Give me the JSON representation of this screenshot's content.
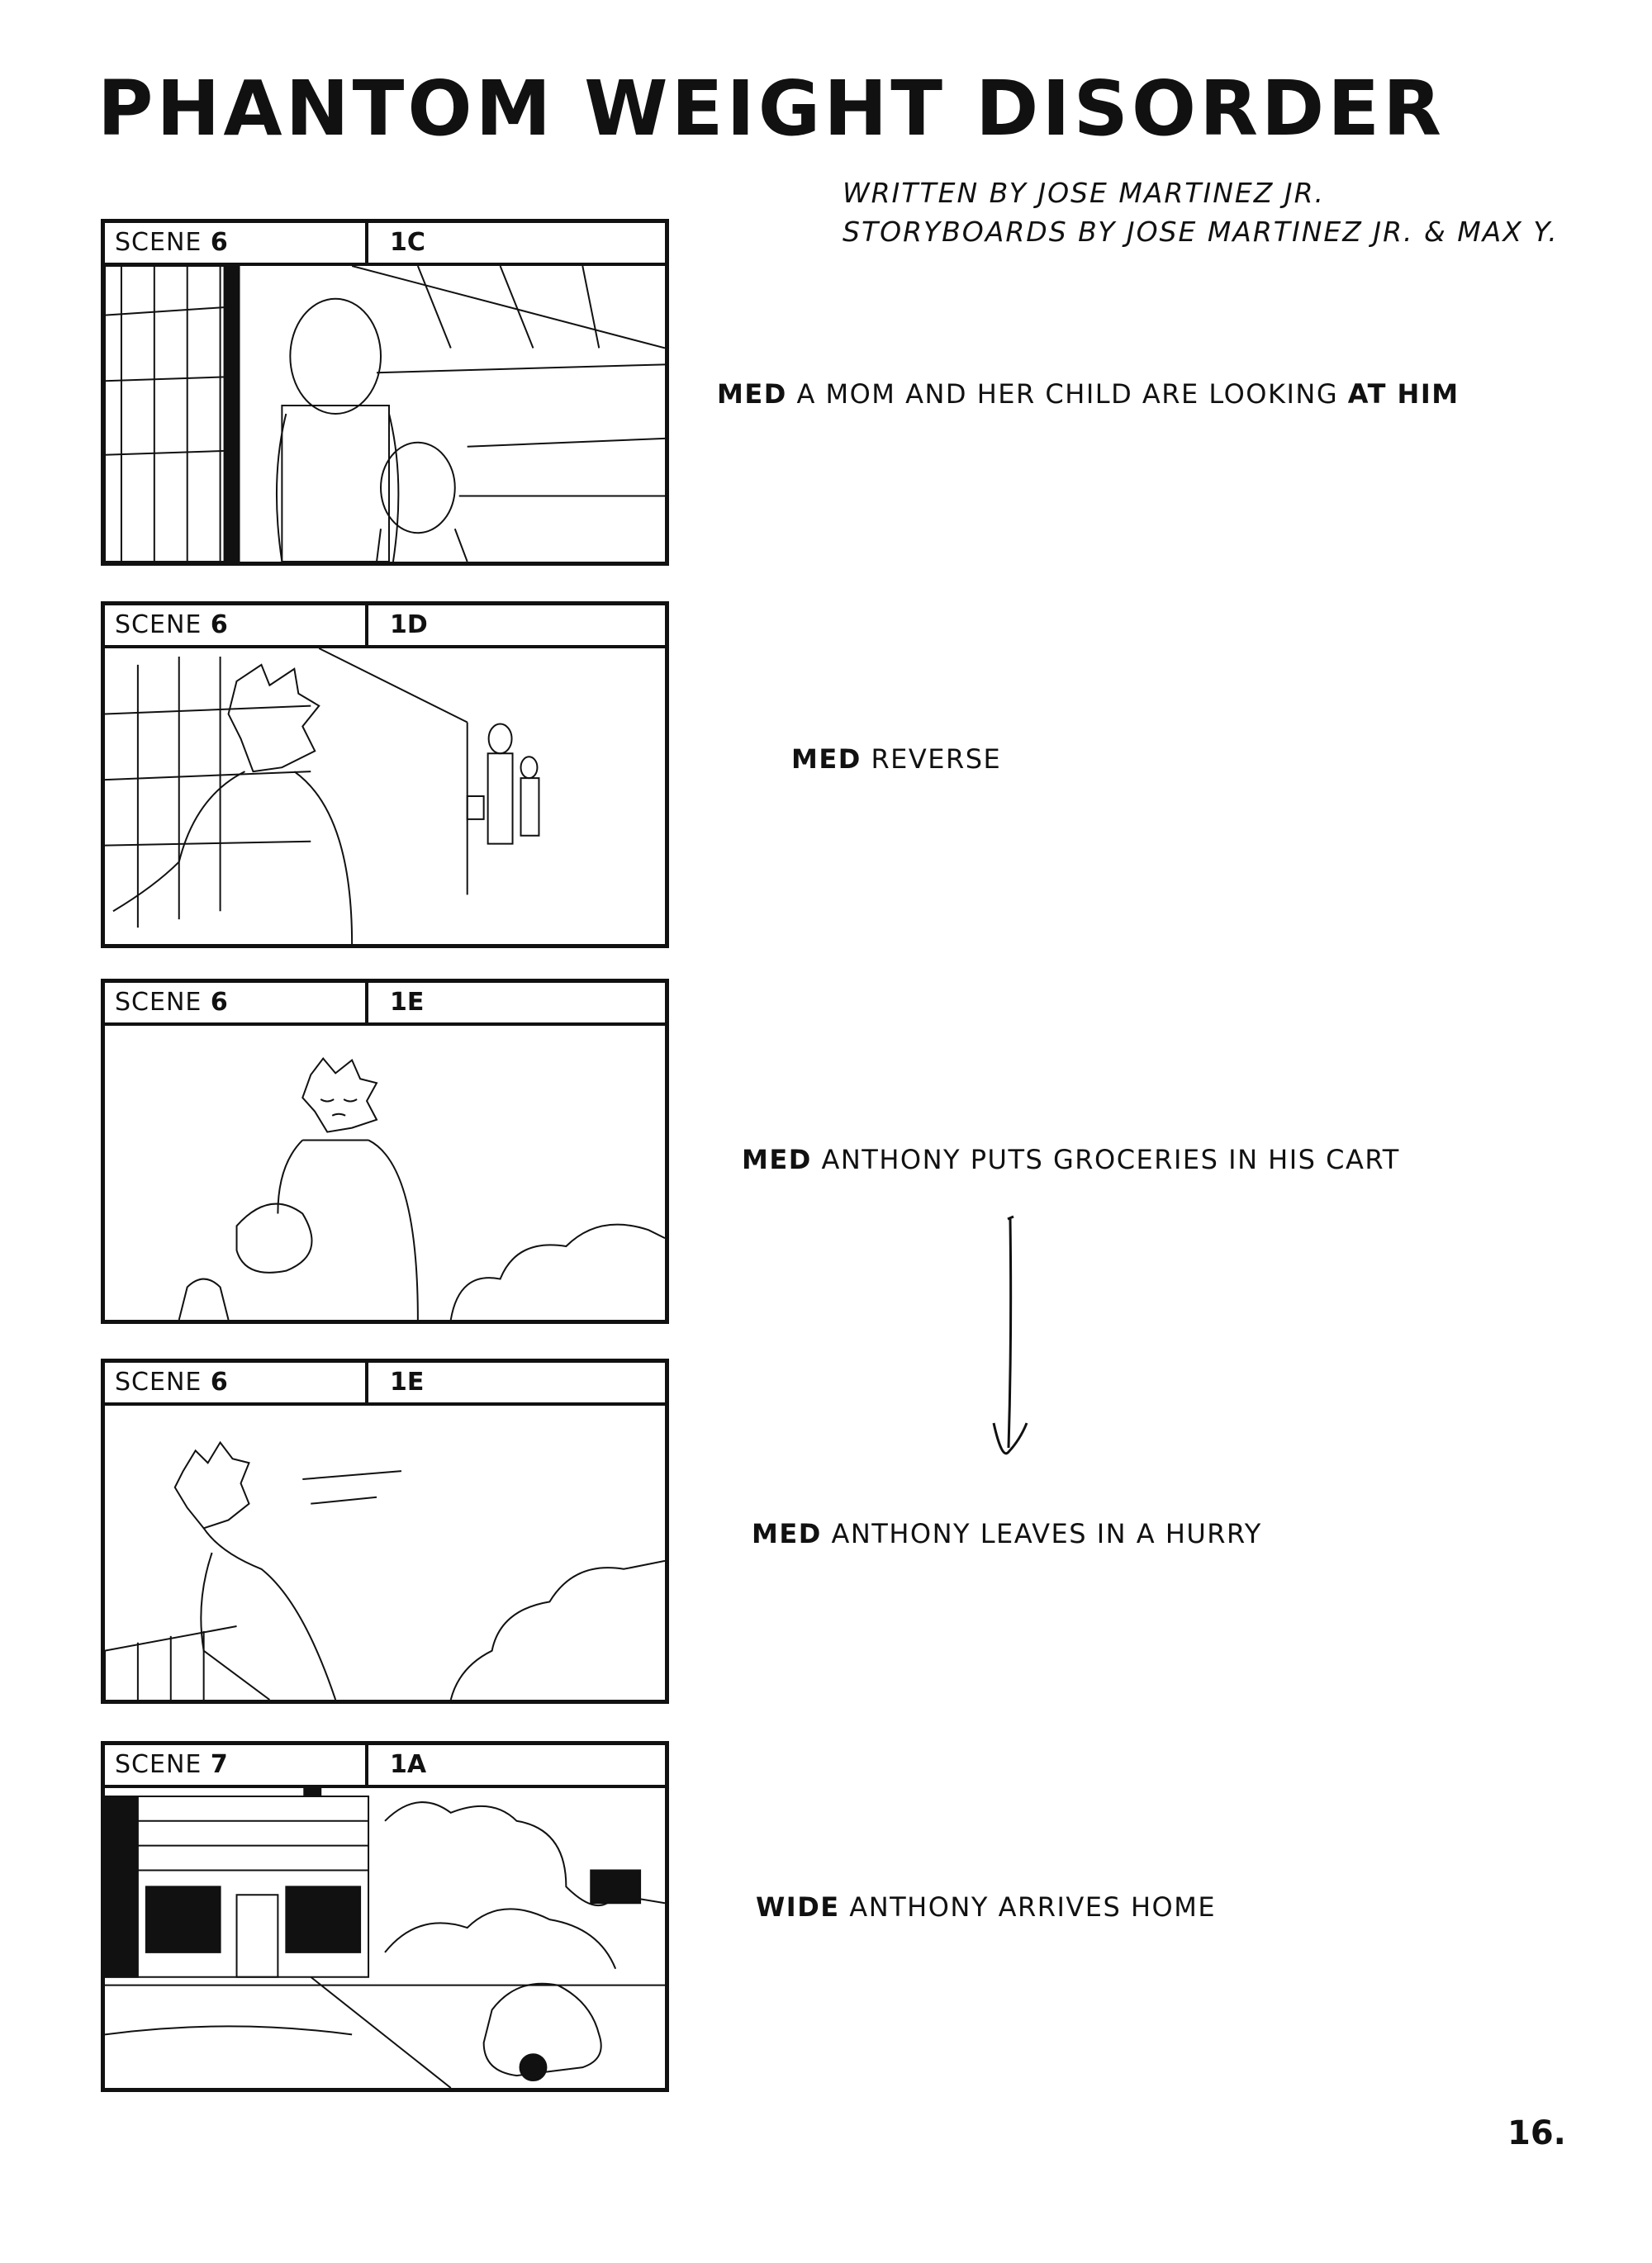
{
  "title": "PHANTOM WEIGHT DISORDER",
  "credits": {
    "written_by": "WRITTEN BY JOSE MARTINEZ JR.",
    "storyboards_by": "STORYBOARDS BY JOSE MARTINEZ JR. & MAX Y."
  },
  "panels": [
    {
      "scene_prefix": "SCENE",
      "scene_number": "6",
      "shot": "1C",
      "shot_type": "MED",
      "description": "A MOM AND HER CHILD ARE LOOKING",
      "description_emphasis": "AT HIM"
    },
    {
      "scene_prefix": "SCENE",
      "scene_number": "6",
      "shot": "1D",
      "shot_type": "MED",
      "description": "REVERSE",
      "description_emphasis": ""
    },
    {
      "scene_prefix": "SCENE",
      "scene_number": "6",
      "shot": "1E",
      "shot_type": "MED",
      "description": "ANTHONY PUTS GROCERIES IN HIS CART",
      "description_emphasis": ""
    },
    {
      "scene_prefix": "SCENE",
      "scene_number": "6",
      "shot": "1E",
      "shot_type": "MED",
      "description": "ANTHONY LEAVES IN A HURRY",
      "description_emphasis": ""
    },
    {
      "scene_prefix": "SCENE",
      "scene_number": "7",
      "shot": "1A",
      "shot_type": "WIDE",
      "description": "ANTHONY ARRIVES HOME",
      "description_emphasis": ""
    }
  ],
  "arrow_icon": "down-arrow-icon",
  "page_number": "16."
}
